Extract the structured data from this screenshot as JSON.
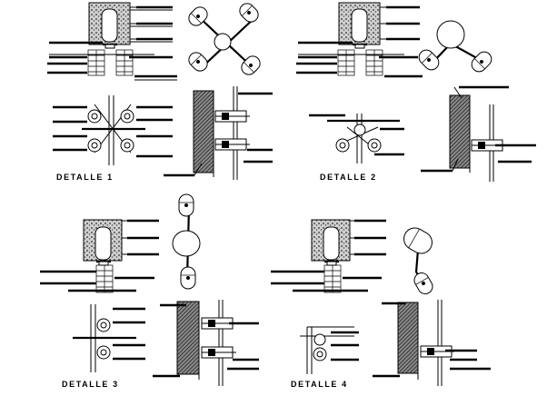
{
  "sheet": {
    "details": [
      {
        "label": "DETALLE 1"
      },
      {
        "label": "DETALLE 2"
      },
      {
        "label": "DETALLE 3"
      },
      {
        "label": "DETALLE 4"
      }
    ]
  }
}
